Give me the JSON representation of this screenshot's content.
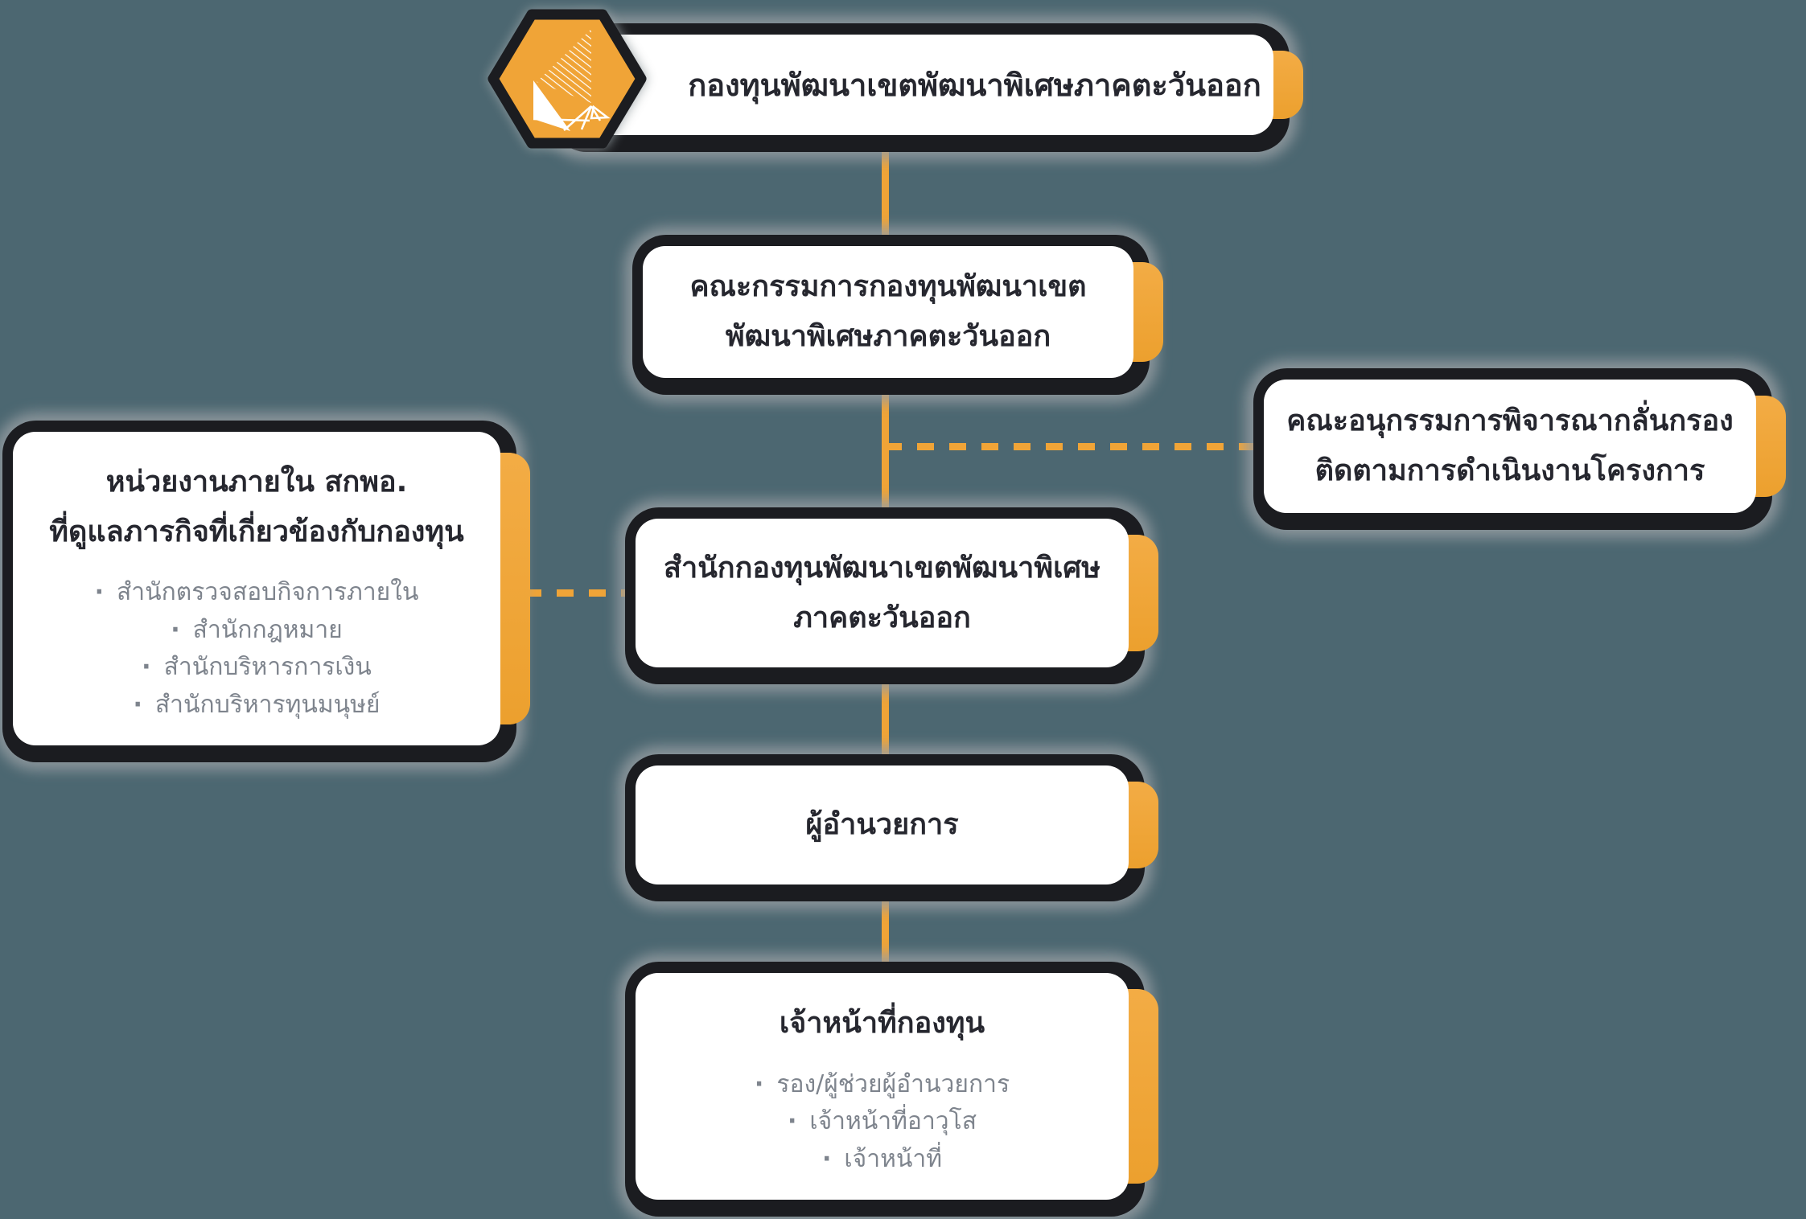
{
  "palette": {
    "background": "#4C6771",
    "accent_orange": "#F0A437",
    "outline_black": "#1B1C20",
    "text_dark": "#26272F",
    "text_gray": "#7E848D",
    "box_white": "#FFFFFF"
  },
  "logo": {
    "name": "eec-fund-hexagon-logo"
  },
  "org_chart": {
    "root": {
      "title": "กองทุนพัฒนาเขตพัฒนาพิเศษภาคตะวันออก"
    },
    "board": {
      "line1": "คณะกรรมการกองทุนพัฒนาเขต",
      "line2": "พัฒนาพิเศษภาคตะวันออก"
    },
    "subcommittee": {
      "line1": "คณะอนุกรรมการพิจารณากลั่นกรอง",
      "line2": "ติดตามการดำเนินงานโครงการ"
    },
    "internal_units": {
      "title_line1": "หน่วยงานภายใน สกพอ.",
      "title_line2": "ที่ดูแลภารกิจที่เกี่ยวข้องกับกองทุน",
      "items": [
        "สำนักตรวจสอบกิจการภายใน",
        "สำนักกฎหมาย",
        "สำนักบริหารการเงิน",
        "สำนักบริหารทุนมนุษย์"
      ]
    },
    "fund_office": {
      "line1": "สำนักกองทุนพัฒนาเขตพัฒนาพิเศษ",
      "line2": "ภาคตะวันออก"
    },
    "director": {
      "title": "ผู้อำนวยการ"
    },
    "fund_staff": {
      "title": "เจ้าหน้าที่กองทุน",
      "items": [
        "รอง/ผู้ช่วยผู้อำนวยการ",
        "เจ้าหน้าที่อาวุโส",
        "เจ้าหน้าที่"
      ]
    }
  }
}
